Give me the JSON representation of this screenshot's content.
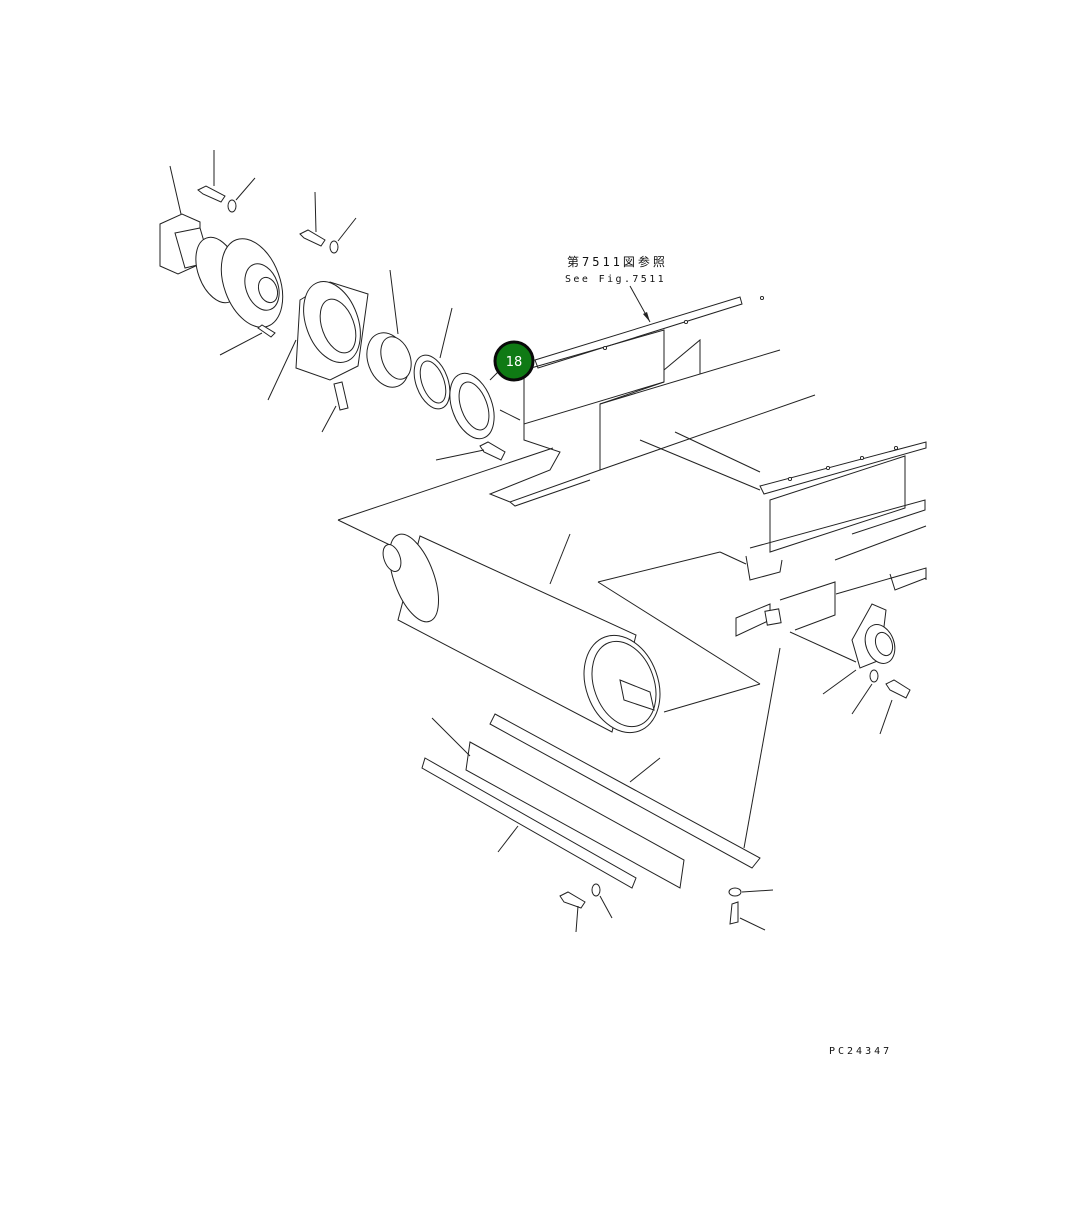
{
  "figure": {
    "reference_jp": "第7511図参照",
    "reference_en": "See Fig.7511",
    "drawing_number": "PC24347"
  },
  "callouts": [
    {
      "number": "18",
      "color": "#0f7a14"
    }
  ]
}
